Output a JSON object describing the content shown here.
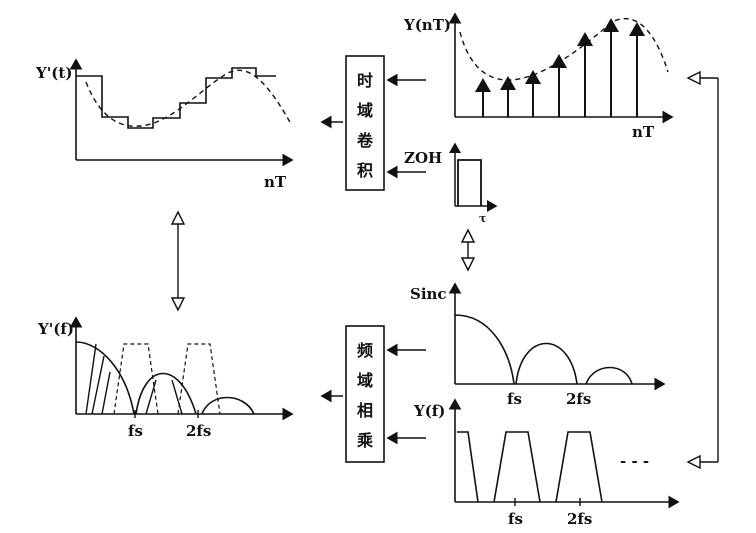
{
  "labels": {
    "y_t": "Y'(t)",
    "nT_top_left": "nT",
    "y_nT": "Y(nT)",
    "nT_top_right": "nT",
    "zoh": "ZOH",
    "tau": "τ",
    "y_f": "Y'(f)",
    "fs_left": "fs",
    "two_fs_left": "2fs",
    "sinc": "Sinc",
    "fs_sinc": "fs",
    "two_fs_sinc": "2fs",
    "y_f_spec": "Y(f)",
    "fs_spec": "fs",
    "two_fs_spec": "2fs",
    "ellipsis": "- - -"
  },
  "blocks": {
    "time_conv": [
      "时",
      "域",
      "卷",
      "积"
    ],
    "freq_mult": [
      "频",
      "域",
      "相",
      "乘"
    ]
  }
}
